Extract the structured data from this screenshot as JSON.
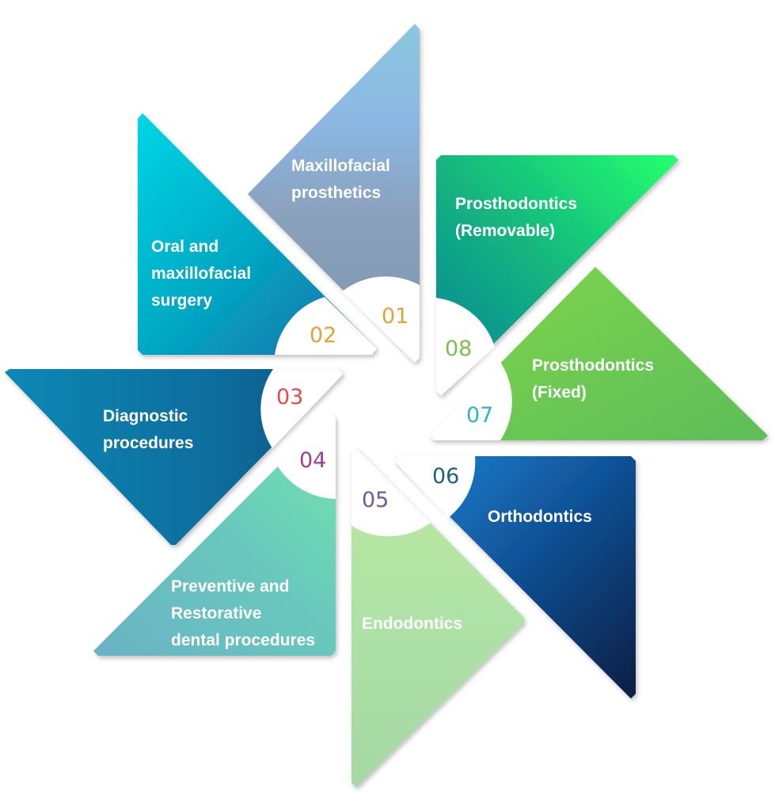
{
  "segments": [
    {
      "number": "01",
      "lines": [
        "Maxillofacial",
        "prosthetics"
      ],
      "number_color": "#e0a33a"
    },
    {
      "number": "02",
      "lines": [
        "Oral and",
        "maxillofacial",
        "surgery"
      ],
      "number_color": "#e0a33a"
    },
    {
      "number": "03",
      "lines": [
        "Diagnostic",
        "procedures"
      ],
      "number_color": "#e24b4b"
    },
    {
      "number": "04",
      "lines": [
        "Preventive and",
        "Restorative",
        "dental procedures"
      ],
      "number_color": "#9a3f94"
    },
    {
      "number": "05",
      "lines": [
        "Endodontics"
      ],
      "number_color": "#6e5a9c"
    },
    {
      "number": "06",
      "lines": [
        "Orthodontics"
      ],
      "number_color": "#1f5f86"
    },
    {
      "number": "07",
      "lines": [
        "Prosthodontics",
        "(Fixed)"
      ],
      "number_color": "#2fb4c4"
    },
    {
      "number": "08",
      "lines": [
        "Prosthodontics",
        "(Removable)"
      ],
      "number_color": "#7cc04a"
    }
  ]
}
